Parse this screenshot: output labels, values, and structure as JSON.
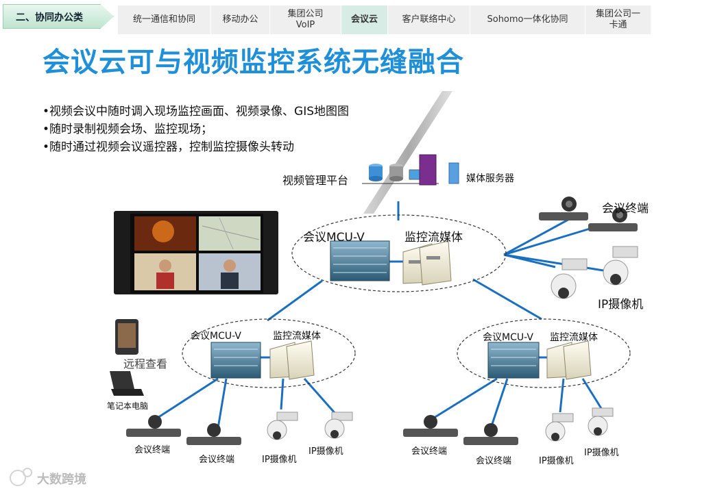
{
  "section_tab": "二、协同办公类",
  "nav_tabs": [
    {
      "label": "统一通信和协同"
    },
    {
      "label": "移动办公"
    },
    {
      "label_line1": "集团公司",
      "label_line2": "VoIP"
    },
    {
      "label": "会议云"
    },
    {
      "label": "客户联络中心"
    },
    {
      "label": "Sohomo一体化协同"
    },
    {
      "label_line1": "集团公司一",
      "label_line2": "卡通"
    }
  ],
  "title": "会议云可与视频监控系统无缝融合",
  "bullets": [
    "•视频会议中随时调入现场监控画面、视频录像、GIS地图图",
    "•随时录制视频会场、监控现场；",
    "•随时通过视频会议遥控器，控制监控摄像头转动"
  ],
  "diagram": {
    "video_platform": "视频管理平台",
    "media_server": "媒体服务器",
    "main_mcu": "会议MCU-V",
    "main_stream": "监控流媒体",
    "right_terminals": "会议终端",
    "right_ip_camera": "IP摄像机",
    "remote_view": "远程查看",
    "laptop": "笔记本电脑",
    "left_mcu": "会议MCU-V",
    "left_stream": "监控流媒体",
    "right_mcu": "会议MCU-V",
    "right_stream": "监控流媒体",
    "bl_terminal_1": "会议终端",
    "bl_terminal_2": "会议终端",
    "bl_camera_1": "IP摄像机",
    "bl_camera_2": "IP摄像机",
    "br_terminal_1": "会议终端",
    "br_terminal_2": "会议终端",
    "br_camera_1": "IP摄像机",
    "br_camera_2": "IP摄像机"
  },
  "watermark": "大数跨境",
  "colors": {
    "title": "#1f8fd8",
    "link_lines": "#1a6fc0",
    "active_tab": "#d6ece4"
  }
}
